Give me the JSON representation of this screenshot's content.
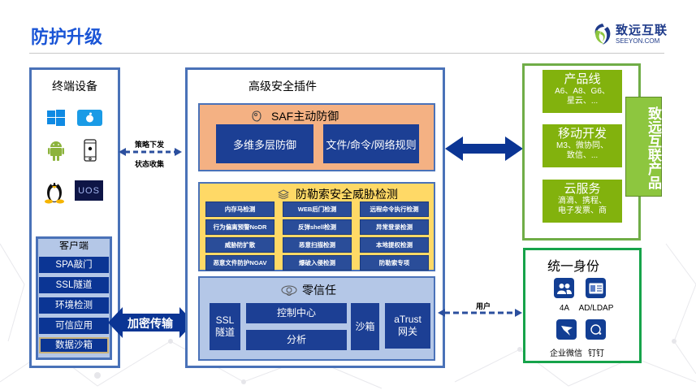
{
  "header": {
    "title": "防护升级",
    "logo": {
      "icon": "seeyon-swirl-logo",
      "name_cn": "致远互联",
      "name_en": "SEEYON.COM"
    }
  },
  "terminal": {
    "title": "终端设备",
    "devices": [
      {
        "icon": "windows-icon",
        "name": "Windows"
      },
      {
        "icon": "apple-mac-icon",
        "name": "macOS"
      },
      {
        "icon": "android-icon",
        "name": "Android"
      },
      {
        "icon": "iphone-icon",
        "name": "iOS"
      },
      {
        "icon": "linux-tux-icon",
        "name": "Linux"
      },
      {
        "icon": "uos-icon",
        "name": "UOS"
      }
    ],
    "client": {
      "title": "客户端",
      "items": [
        "SPA敲门",
        "SSL隧道",
        "环境检测",
        "可信应用",
        "数据沙箱"
      ]
    }
  },
  "arrows": {
    "policy_top": "策略下发",
    "policy_bottom": "状态收集",
    "encrypted": "加密传输",
    "user": "用户"
  },
  "plugin": {
    "title": "高级安全插件",
    "saf": {
      "icon": "shield-hand-icon",
      "title": "SAF主动防御",
      "boxes": [
        "多维多层防御",
        "文件/命令/网络规则"
      ]
    },
    "ransomware": {
      "icon": "layers-icon",
      "title": "防勒索安全威胁检测",
      "cells": [
        "内存马检测",
        "WEB后门检测",
        "远程命令执行检测",
        "行为偏离预警NoDR",
        "反弹shell检测",
        "异常登录检测",
        "威胁防扩散",
        "恶意扫描检测",
        "本地提权检测",
        "恶意文件防护NGAV",
        "爆破入侵检测",
        "防勒索专项"
      ]
    },
    "zero_trust": {
      "icon": "zero-trust-icon",
      "title": "零信任",
      "ssl_line1": "SSL",
      "ssl_line2": "隧道",
      "control": "控制中心",
      "analysis": "分析",
      "sandbox": "沙箱",
      "atrust_line1": "aTrust",
      "atrust_line2": "网关"
    }
  },
  "products": {
    "side_label": "致远互联产品",
    "cards": [
      {
        "title": "产品线",
        "desc1": "A6、A8、G6、",
        "desc2": "星云、..."
      },
      {
        "title": "移动开发",
        "desc1": "M3、微协同、",
        "desc2": "致信、..."
      },
      {
        "title": "云服务",
        "desc1": "滴滴、携程、",
        "desc2": "电子发票、商"
      }
    ]
  },
  "identity": {
    "title": "统一身份",
    "items": [
      {
        "icon": "users-icon",
        "label": "4A"
      },
      {
        "icon": "id-card-icon",
        "label": "AD/LDAP"
      },
      {
        "icon": "wecom-icon",
        "label": "企业微信"
      },
      {
        "icon": "dingtalk-icon",
        "label": "钉钉"
      }
    ]
  },
  "colors": {
    "title_blue": "#1a55d6",
    "panel_border": "#4a72b8",
    "dark_blue": "#1c3f94",
    "saf_orange": "#f4b183",
    "ransom_yellow": "#ffd966",
    "zt_lightblue": "#b4c7e7",
    "product_green": "#82b20d",
    "identity_green": "#16a34a"
  }
}
